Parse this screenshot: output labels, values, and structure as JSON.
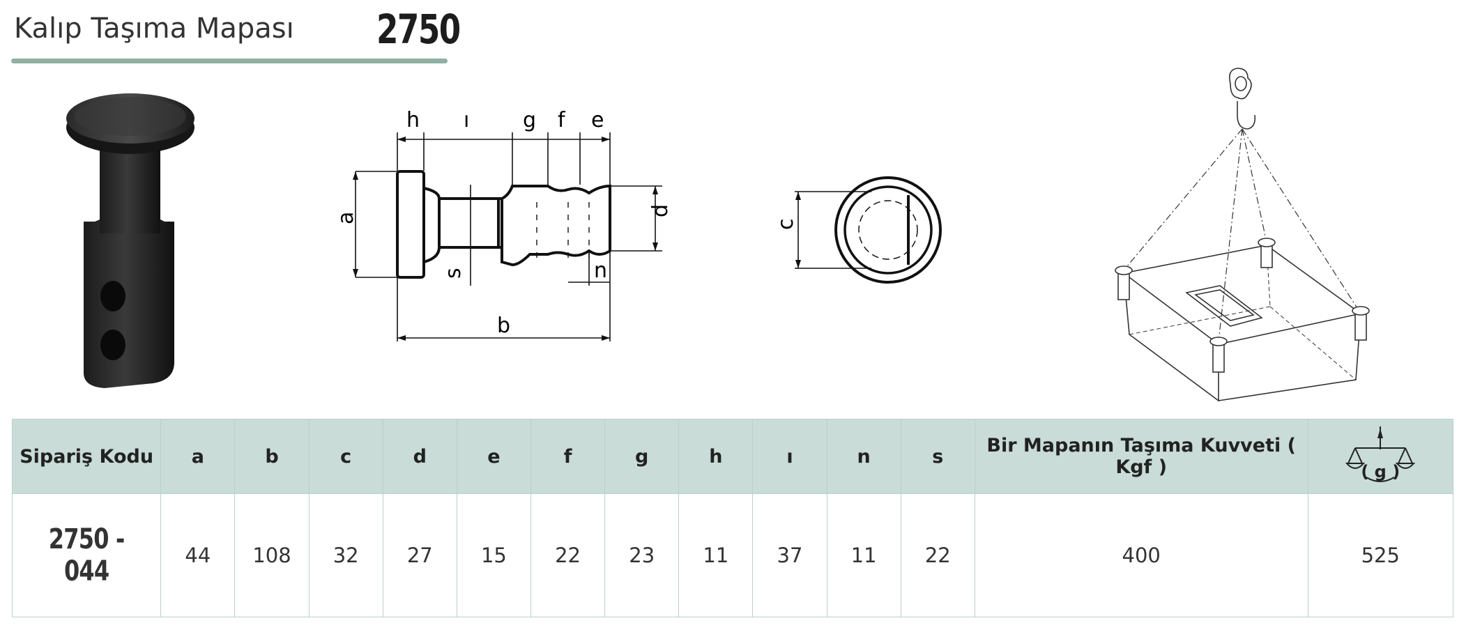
{
  "header": {
    "title": "Kalıp Taşıma Mapası",
    "code": "2750",
    "accent_color": "#8fb0a3"
  },
  "drawing": {
    "dim_labels": {
      "h": "h",
      "i": "ı",
      "g": "g",
      "f": "f",
      "e": "e",
      "a": "a",
      "d": "d",
      "s": "s",
      "n": "n",
      "b": "b",
      "c": "c"
    }
  },
  "table": {
    "header_bg": "#c9dcd7",
    "headers": {
      "order_code": "Sipariş Kodu",
      "a": "a",
      "b": "b",
      "c": "c",
      "d": "d",
      "e": "e",
      "f": "f",
      "g": "g",
      "h": "h",
      "i": "ı",
      "n": "n",
      "s": "s",
      "capacity": "Bir Mapanın Taşıma Kuvveti ( Kgf )",
      "weight_unit": "( g )",
      "weight_icon": "scale-icon"
    },
    "row": {
      "order_code": "2750 - 044",
      "a": "44",
      "b": "108",
      "c": "32",
      "d": "27",
      "e": "15",
      "f": "22",
      "g": "23",
      "h": "11",
      "i": "37",
      "n": "11",
      "s": "22",
      "capacity": "400",
      "weight": "525"
    }
  }
}
